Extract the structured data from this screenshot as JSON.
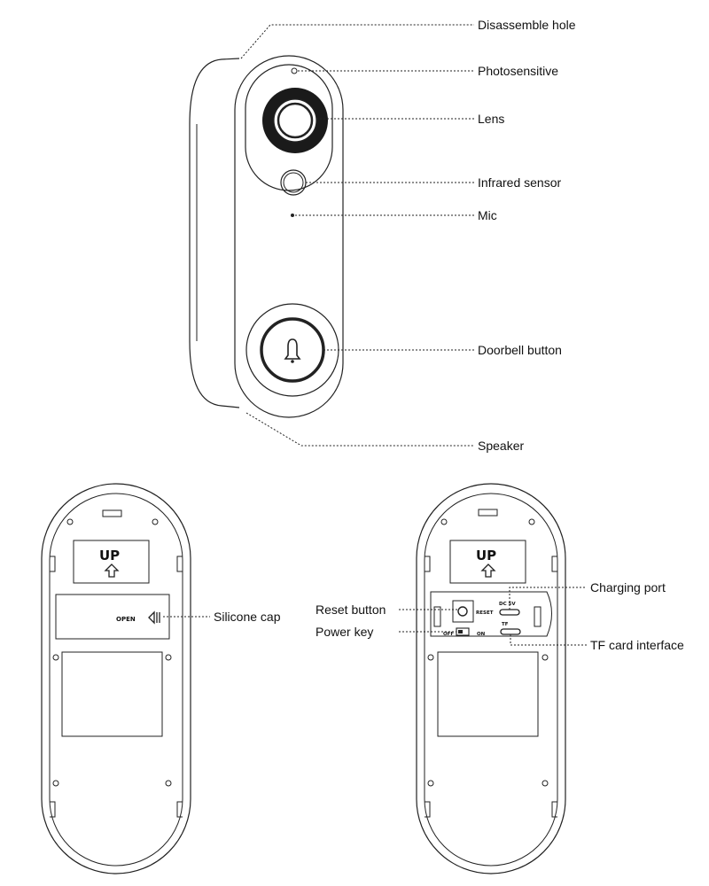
{
  "labels": {
    "disassemble_hole": "Disassemble hole",
    "photosensitive": "Photosensitive",
    "lens": "Lens",
    "infrared_sensor": "Infrared sensor",
    "mic": "Mic",
    "doorbell_button": "Doorbell button",
    "speaker": "Speaker",
    "silicone_cap": "Silicone cap",
    "reset_button": "Reset button",
    "power_key": "Power key",
    "charging_port": "Charging port",
    "tf_card_interface": "TF card interface"
  },
  "back_left": {
    "up_text": "UP",
    "open_text": "OPEN"
  },
  "back_right": {
    "up_text": "UP",
    "reset_text": "RESET",
    "dc_text": "DC 5V",
    "tf_text": "TF",
    "off_text": "OFF",
    "on_text": "ON"
  },
  "icons": [
    "up-arrow-icon",
    "bell-icon",
    "open-arrow-icon"
  ]
}
